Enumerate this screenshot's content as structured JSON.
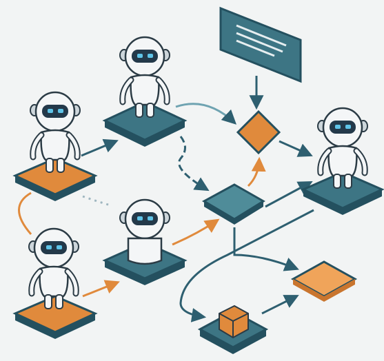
{
  "colors": {
    "background": "#f2f4f4",
    "teal_dark": "#24505f",
    "teal_mid": "#3d7584",
    "teal_light": "#4f8c99",
    "orange": "#e08a3c",
    "orange_light": "#f0a45a",
    "robot_white": "#f4f6f7",
    "robot_shade": "#cdd6db",
    "visor": "#23394a",
    "eye": "#5fc4e8",
    "outline": "#2b3b45",
    "arrow_teal": "#2e5f70",
    "arrow_orange": "#e08a3c"
  },
  "diagram": {
    "description_free": true,
    "robots": [
      {
        "name": "robot-top-center",
        "platform": "teal"
      },
      {
        "name": "robot-left",
        "platform": "orange"
      },
      {
        "name": "robot-bottom-left",
        "platform": "orange"
      },
      {
        "name": "robot-middle",
        "platform": "teal"
      },
      {
        "name": "robot-right",
        "platform": "teal"
      }
    ],
    "nodes": [
      {
        "name": "decision-diamond",
        "color": "orange"
      },
      {
        "name": "process-node-center",
        "color": "teal"
      },
      {
        "name": "output-cube",
        "color": "orange"
      },
      {
        "name": "output-platform-right",
        "color": "orange"
      }
    ],
    "sign": {
      "name": "monitor-sign",
      "color": "teal"
    }
  }
}
